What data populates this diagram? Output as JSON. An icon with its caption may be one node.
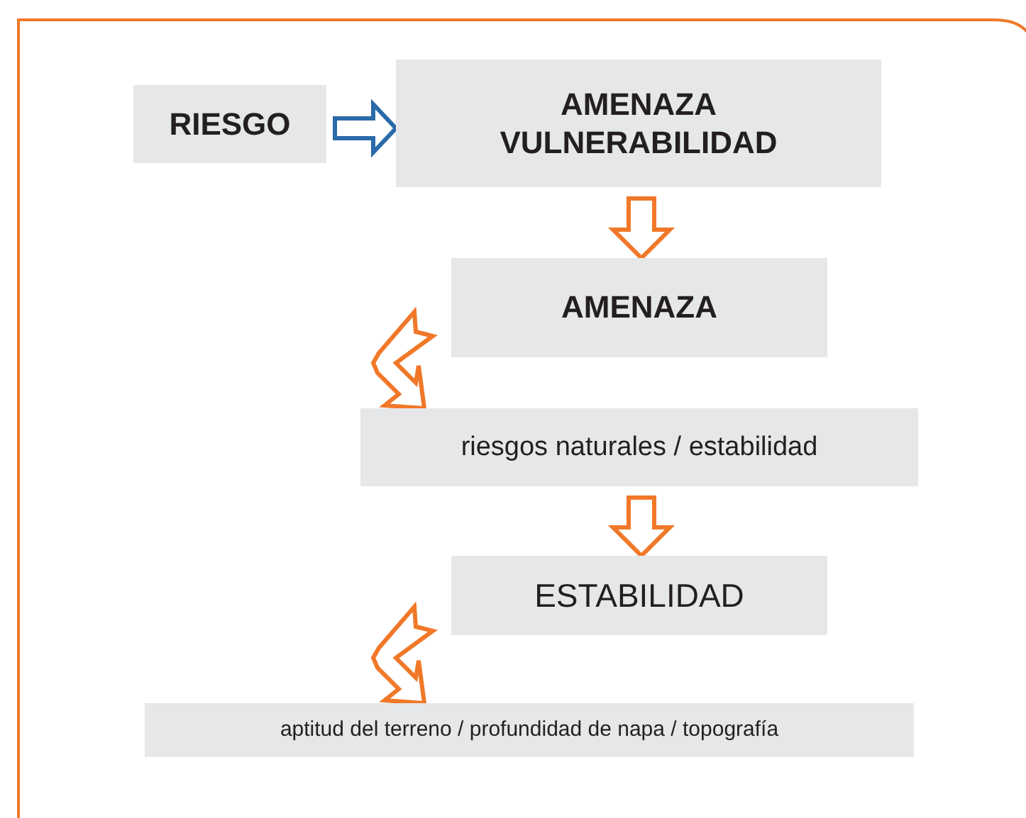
{
  "diagram": {
    "nodes": [
      {
        "text": [
          "RIESGO"
        ]
      },
      {
        "text": [
          "AMENAZA",
          "VULNERABILIDAD"
        ]
      },
      {
        "text": [
          "AMENAZA"
        ]
      },
      {
        "text": [
          "riesgos naturales / estabilidad"
        ]
      },
      {
        "text": [
          "ESTABILIDAD"
        ]
      },
      {
        "text": [
          "aptitud del terreno / profundidad de napa / topografía"
        ]
      }
    ],
    "edges": [
      {
        "from": 0,
        "to": 1,
        "arrow": "to",
        "color": "#2a6aa8"
      },
      {
        "from": 1,
        "to": 2,
        "arrow": "to"
      },
      {
        "from": 2,
        "to": 3,
        "arrow": "to"
      },
      {
        "from": 3,
        "to": 4,
        "arrow": "to"
      },
      {
        "from": 4,
        "to": 5,
        "arrow": "to"
      }
    ]
  }
}
